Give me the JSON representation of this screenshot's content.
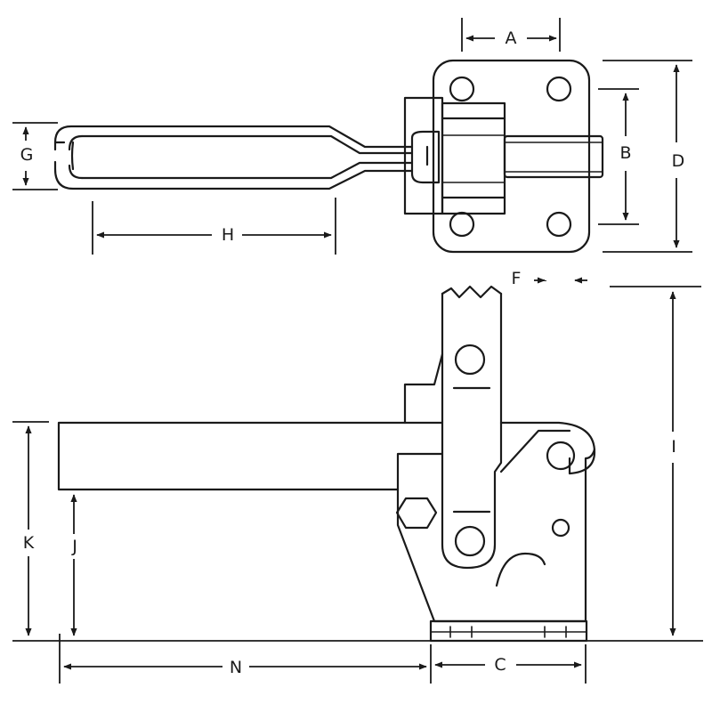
{
  "dimensions": {
    "a": "A",
    "b": "B",
    "c": "C",
    "d": "D",
    "f": "F",
    "g": "G",
    "h": "H",
    "i": "I",
    "j": "J",
    "k": "K",
    "n": "N"
  },
  "colors": {
    "ink": "#1a1a1a",
    "paper": "#ffffff"
  }
}
